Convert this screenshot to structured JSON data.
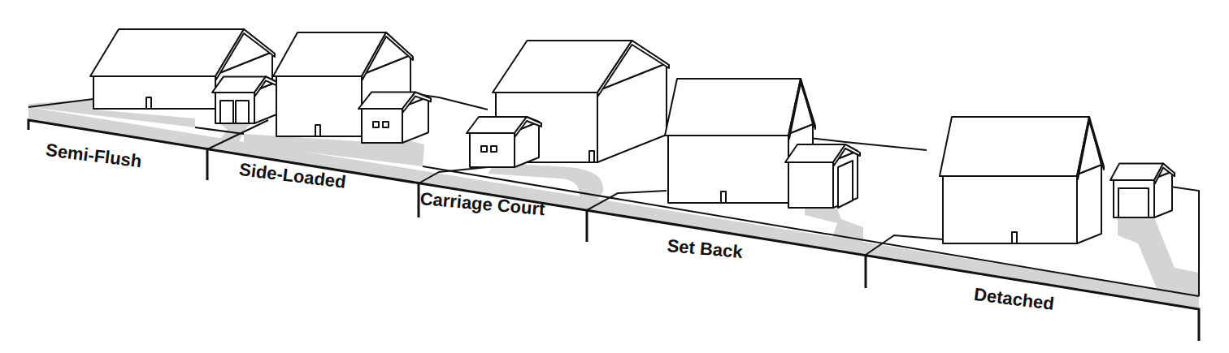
{
  "diagram": {
    "labels": [
      "Semi-Flush",
      "Side-Loaded",
      "Carriage Court",
      "Set Back",
      "Detached"
    ]
  }
}
